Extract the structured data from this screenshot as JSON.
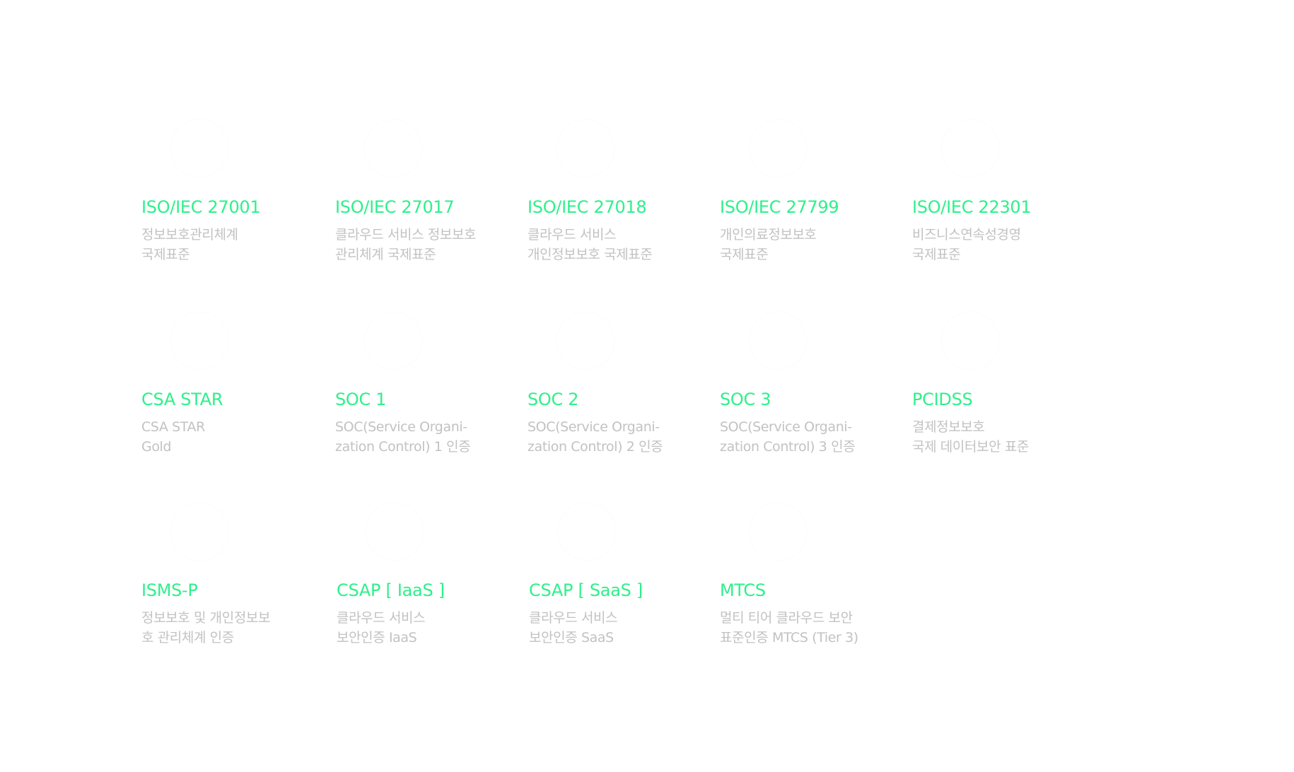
{
  "colors": {
    "title": "#2ef08a",
    "description": "#c2c2c2",
    "background": "#ffffff"
  },
  "certifications": [
    {
      "title": "ISO/IEC 27001",
      "desc": [
        "정보보호관리체계",
        "국제표준"
      ]
    },
    {
      "title": "ISO/IEC 27017",
      "desc": [
        "클라우드 서비스 정보보호",
        "관리체계 국제표준"
      ]
    },
    {
      "title": "ISO/IEC 27018",
      "desc": [
        "클라우드 서비스",
        "개인정보보호 국제표준"
      ]
    },
    {
      "title": "ISO/IEC 27799",
      "desc": [
        "개인의료정보보호",
        "국제표준"
      ]
    },
    {
      "title": "ISO/IEC 22301",
      "desc": [
        "비즈니스연속성경영",
        "국제표준"
      ]
    },
    {
      "title": "CSA STAR",
      "desc": [
        "CSA STAR",
        "Gold"
      ]
    },
    {
      "title": "SOC 1",
      "desc": [
        "SOC(Service Organi-",
        "zation Control) 1 인증"
      ]
    },
    {
      "title": "SOC 2",
      "desc": [
        "SOC(Service Organi-",
        "zation Control) 2 인증"
      ]
    },
    {
      "title": "SOC 3",
      "desc": [
        "SOC(Service Organi-",
        "zation Control) 3 인증"
      ]
    },
    {
      "title": "PCIDSS",
      "desc": [
        "결제정보보호",
        "국제 데이터보안 표준"
      ]
    },
    {
      "title": "ISMS-P",
      "desc": [
        "정보보호 및 개인정보보",
        "호 관리체계 인증"
      ]
    },
    {
      "title": "CSAP [ IaaS ]",
      "desc": [
        "클라우드 서비스",
        "보안인증 IaaS"
      ]
    },
    {
      "title": "CSAP [ SaaS ]",
      "desc": [
        "클라우드 서비스",
        "보안인증 SaaS"
      ]
    },
    {
      "title": "MTCS",
      "desc": [
        "멀티 티어 클라우드 보안",
        "표준인증 MTCS (Tier 3)"
      ]
    }
  ]
}
